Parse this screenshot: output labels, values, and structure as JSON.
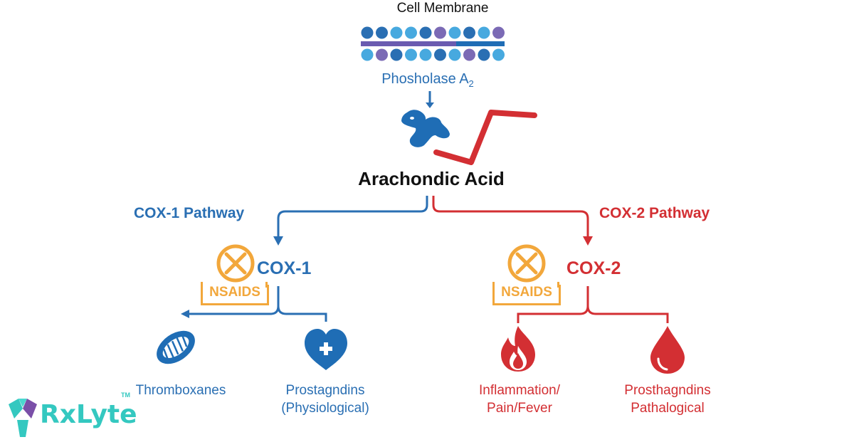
{
  "membrane": {
    "label": "Cell Membrane"
  },
  "enzyme": {
    "label": "Phosholase A",
    "subscript": "2"
  },
  "substrate": {
    "label": "Arachondic Acid"
  },
  "left": {
    "pathway": "COX-1 Pathway",
    "enzyme": "COX-1",
    "inhibitor": "NSAIDS",
    "product1": "Thromboxanes",
    "product2_line1": "Prostagndins",
    "product2_line2": "(Physiological)"
  },
  "right": {
    "pathway": "COX-2 Pathway",
    "enzyme": "COX-2",
    "inhibitor": "NSAIDS",
    "product1_line1": "Inflammation/",
    "product1_line2": "Pain/Fever",
    "product2_line1": "Prosthagndins",
    "product2_line2": "Pathalogical"
  },
  "logo": {
    "text": "RxLyte",
    "tm": "TM"
  },
  "colors": {
    "blue": "#2a6fb3",
    "red": "#d32f33",
    "orange": "#f2a73b",
    "teal": "#34c8c0"
  }
}
